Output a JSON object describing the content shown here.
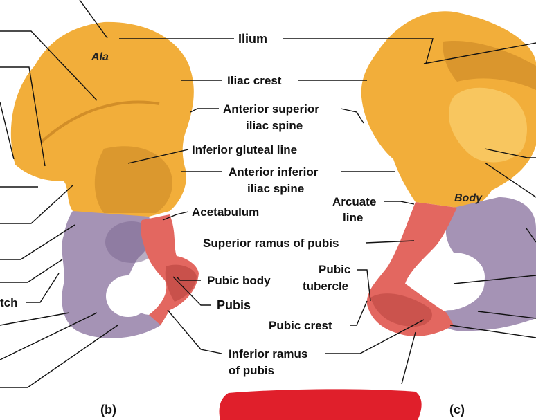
{
  "colors": {
    "ilium": "#F2AE3A",
    "ilium_shade": "#C98624",
    "ilium_light": "#F8C964",
    "ischium": "#A593B5",
    "ischium_shade": "#7D6A92",
    "pubis": "#E36760",
    "pubis_shade": "#B8433E",
    "redaction": "#E01F2B"
  },
  "labels": {
    "ala": "Ala",
    "ilium": "Ilium",
    "iliac_crest": "Iliac crest",
    "ant_sup_line1": "Anterior superior",
    "ant_sup_line2": "iliac spine",
    "inf_gluteal": "Inferior gluteal line",
    "ant_inf_line1": "Anterior inferior",
    "ant_inf_line2": "iliac spine",
    "acetabulum": "Acetabulum",
    "arcuate_line1": "Arcuate",
    "arcuate_line2": "line",
    "body": "Body",
    "sup_ramus": "Superior ramus of pubis",
    "pubic_tubercle_line1": "Pubic",
    "pubic_tubercle_line2": "tubercle",
    "pubic_body": "Pubic body",
    "pubis": "Pubis",
    "pubic_crest": "Pubic crest",
    "inf_ramus_line1": "Inferior ramus",
    "inf_ramus_line2": "of pubis",
    "left_fragment": "tch",
    "panel_b": "(b)",
    "panel_c": "(c)"
  }
}
